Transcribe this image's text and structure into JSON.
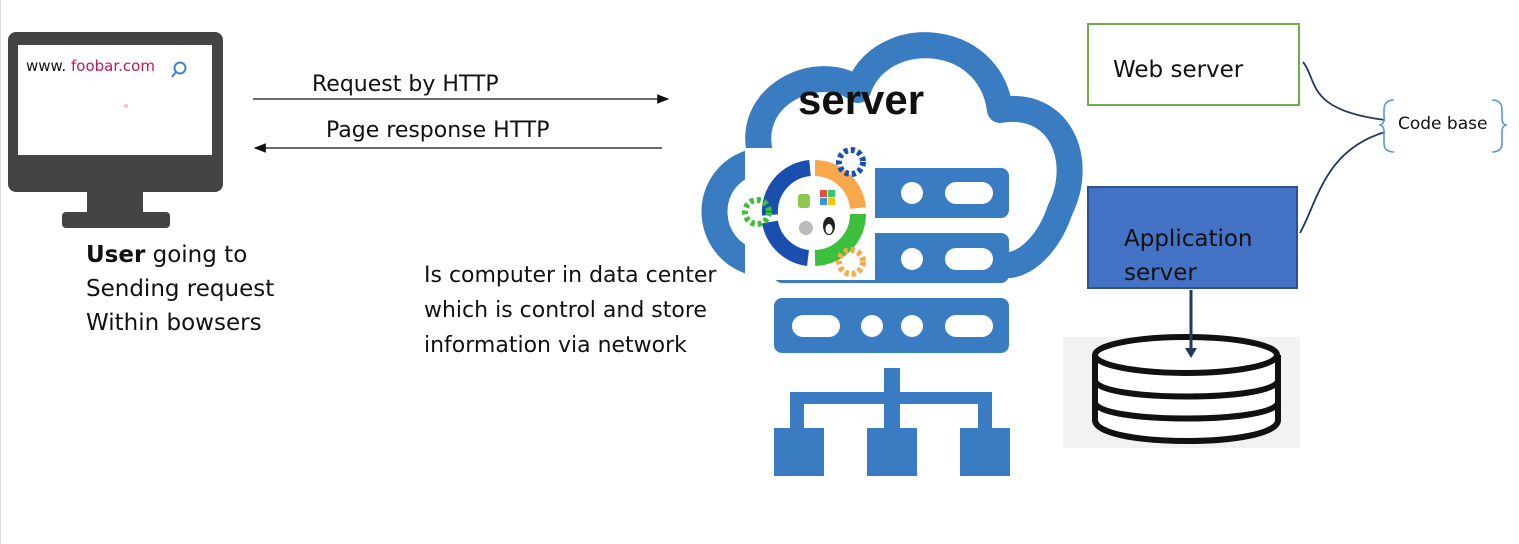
{
  "browser": {
    "url_prefix": "www.",
    "url_domain": "foobar.com",
    "search_icon": "magnifier-icon"
  },
  "user_caption": {
    "bold": "User",
    "line1_rest": " going to",
    "line2": "Sending request",
    "line3": "Within bowsers"
  },
  "arrows": {
    "request": "Request by HTTP",
    "response": "Page response HTTP"
  },
  "server": {
    "title": "server",
    "description": "Is computer in data center which is control and store information via network"
  },
  "web_server": {
    "label": "Web server"
  },
  "application_server": {
    "label": "Application server"
  },
  "code_base": {
    "label": "Code base"
  },
  "colors": {
    "cloud": "#3a7cc1",
    "web_border": "#70ad47",
    "app_fill": "#4472c4",
    "url_domain": "#c0185a",
    "monitor": "#444444"
  }
}
